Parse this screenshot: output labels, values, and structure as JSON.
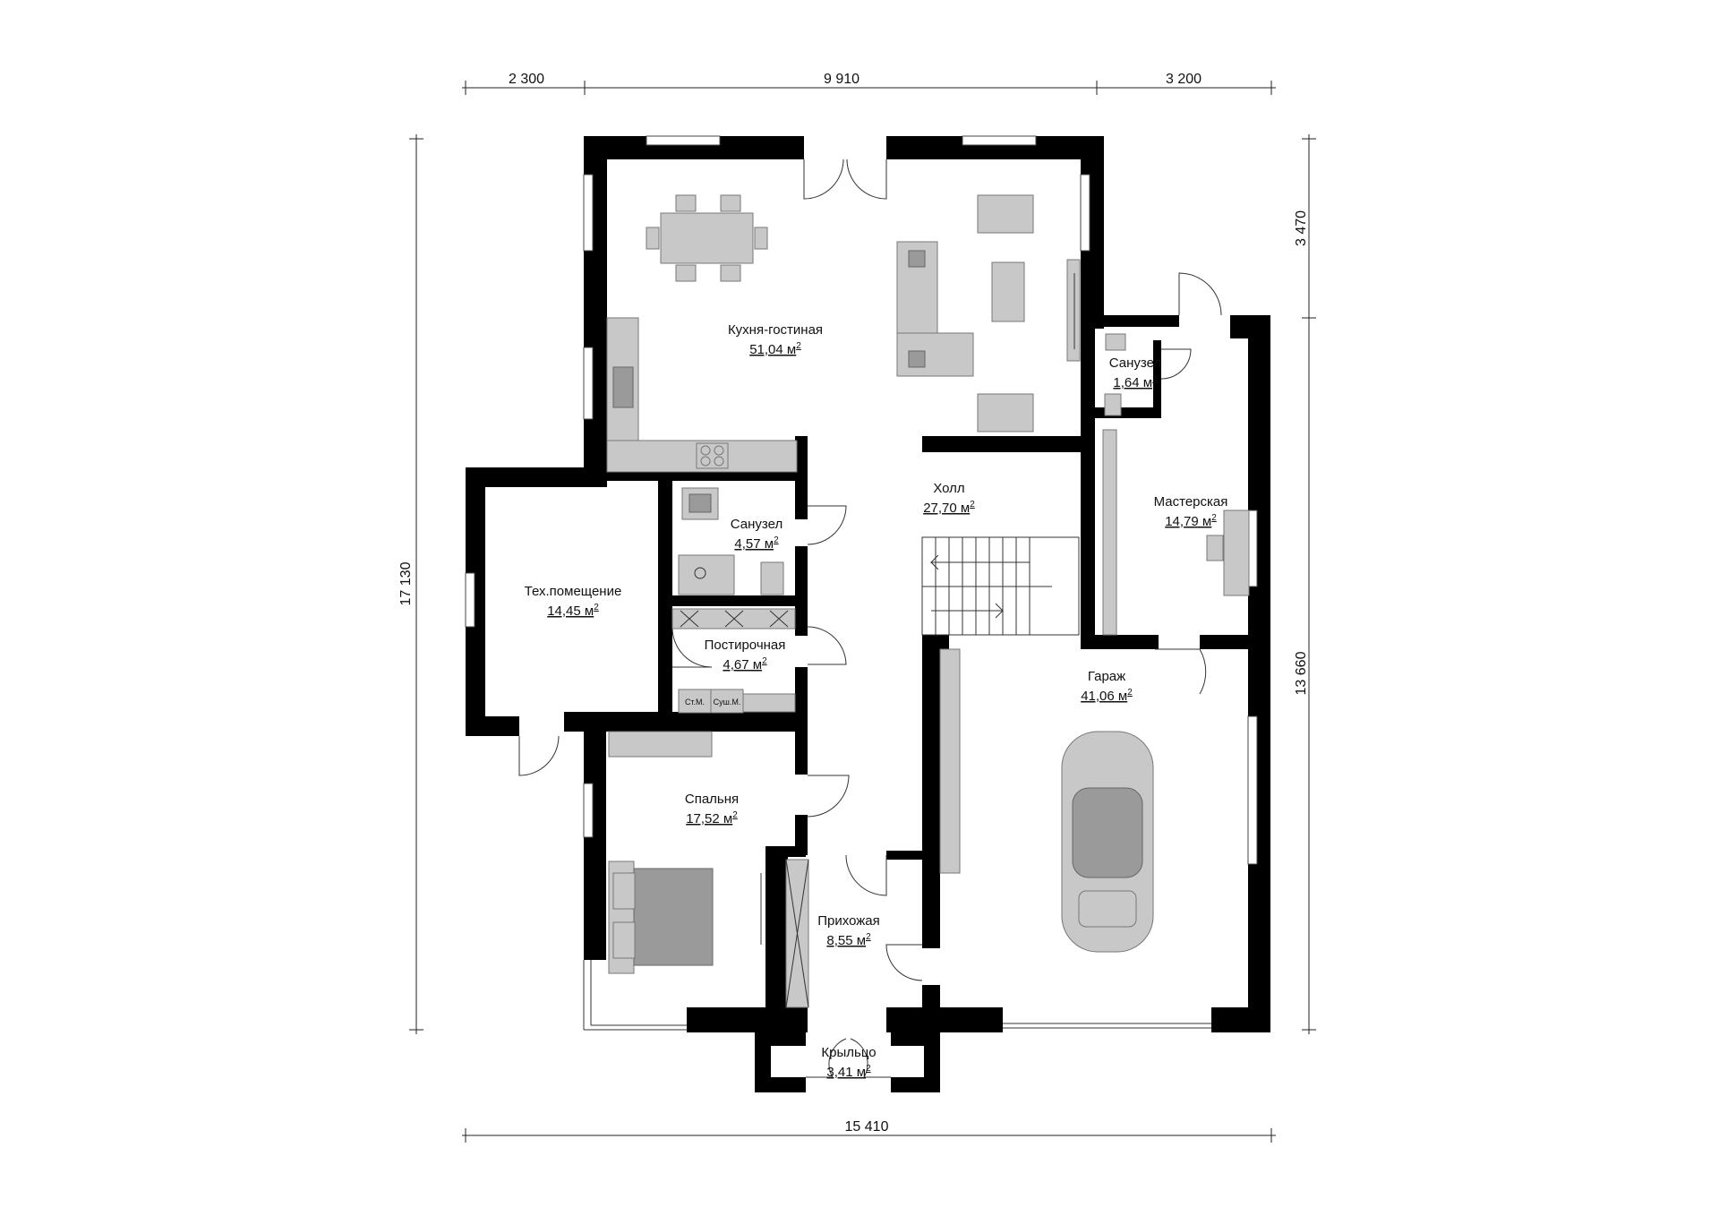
{
  "dimensions": {
    "top_left": "2 300",
    "top_middle": "9 910",
    "top_right": "3 200",
    "bottom_total": "15 410",
    "left_total": "17 130",
    "right_upper": "3 470",
    "right_lower": "13 660"
  },
  "rooms": {
    "kitchen_living": {
      "name": "Кухня-гостиная",
      "area": "51,04 м",
      "unit_sup": "2"
    },
    "hall": {
      "name": "Холл",
      "area": "27,70 м",
      "unit_sup": "2"
    },
    "bathroom_small": {
      "name": "Санузел",
      "area": "1,64 м",
      "unit_sup": "2"
    },
    "workshop": {
      "name": "Мастерская",
      "area": "14,79 м",
      "unit_sup": "2"
    },
    "bathroom": {
      "name": "Санузел",
      "area": "4,57 м",
      "unit_sup": "2"
    },
    "tech_room": {
      "name": "Тех.помещение",
      "area": "14,45 м",
      "unit_sup": "2"
    },
    "laundry": {
      "name": "Постирочная",
      "area": "4,67 м",
      "unit_sup": "2"
    },
    "garage": {
      "name": "Гараж",
      "area": "41,06 м",
      "unit_sup": "2"
    },
    "bedroom": {
      "name": "Спальня",
      "area": "17,52 м",
      "unit_sup": "2"
    },
    "entrance": {
      "name": "Прихожая",
      "area": "8,55 м",
      "unit_sup": "2"
    },
    "porch": {
      "name": "Крыльцо",
      "area": "3,41 м",
      "unit_sup": "2"
    }
  },
  "appliances": {
    "washer": "Ст.М.",
    "dryer": "Суш.М."
  },
  "colors": {
    "wall": "#000000",
    "furniture": "#c8c8c8",
    "background": "#ffffff"
  }
}
